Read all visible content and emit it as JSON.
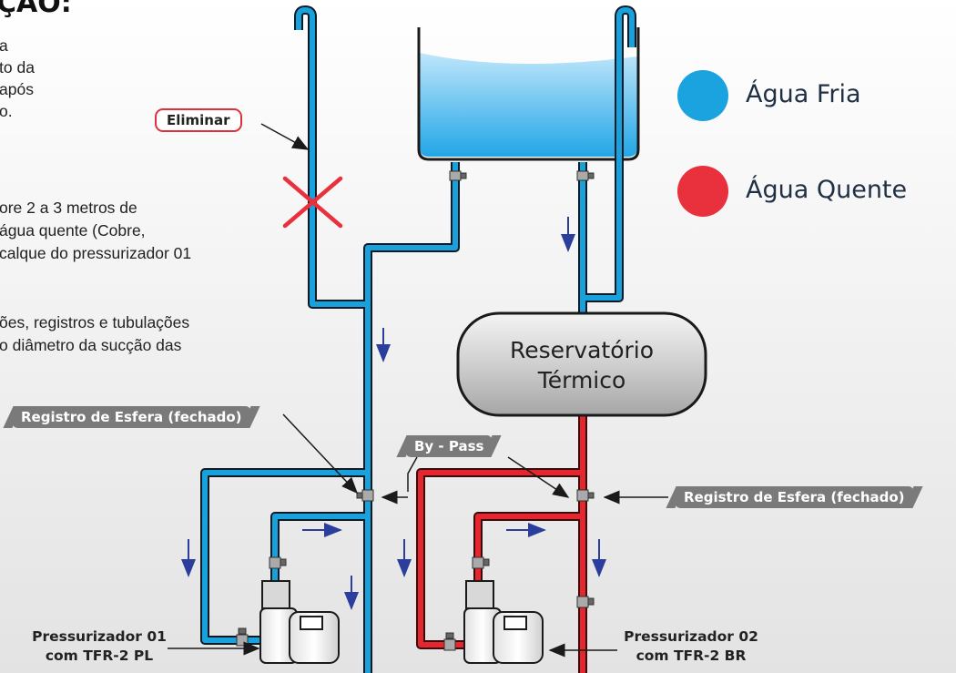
{
  "heading": "ÇÃO:",
  "notes": {
    "block1": [
      "a",
      "to da",
      "após",
      "o."
    ],
    "block2": [
      "ore 2 a 3 metros de",
      "água quente (Cobre,",
      "calque do pressurizador 01"
    ],
    "block3": [
      "ões, registros e tubulações",
      "o diâmetro da sucção das"
    ]
  },
  "labels": {
    "eliminar": "Eliminar",
    "registro_left": "Registro de Esfera (fechado)",
    "bypass": "By - Pass",
    "registro_right": "Registro de Esfera (fechado)",
    "reservatorio_line1": "Reservatório",
    "reservatorio_line2": "Térmico",
    "pump1_line1": "Pressurizador 01",
    "pump1_line2": "com TFR-2 PL",
    "pump2_line1": "Pressurizador 02",
    "pump2_line2": "com TFR-2 BR"
  },
  "legend": {
    "cold": {
      "label": "Água Fria",
      "color": "#1ba3e0"
    },
    "hot": {
      "label": "Água Quente",
      "color": "#e8313c"
    }
  },
  "colors": {
    "cold_pipe": "#19a1dc",
    "hot_pipe": "#e4262f",
    "arrow": "#2c3e9c",
    "x_mark": "#e8313c"
  }
}
